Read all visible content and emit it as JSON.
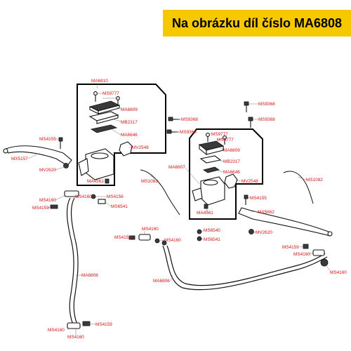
{
  "banner": {
    "text": "Na obrázku díl číslo MA6808",
    "background": "#f5c800"
  },
  "colors": {
    "label": "#d21414",
    "line": "#111111"
  },
  "labels": [
    "MA6810",
    "MS9777",
    "MA6809",
    "MB2317",
    "MA6646",
    "MV2548",
    "MA4561",
    "MS9368",
    "MS9368",
    "MS9368",
    "MS9368",
    "MS4155",
    "MX5157",
    "MV2620",
    "MS9777",
    "MS9777",
    "MA6809",
    "MA6807",
    "MB2317",
    "MA6646",
    "MV2548",
    "MS1082",
    "MS1082",
    "MS4155",
    "MX5662",
    "MA4561",
    "MV2620",
    "MS4160",
    "MS4159",
    "MS4160",
    "MS4156",
    "MS6541",
    "MS4160",
    "MS4159",
    "MS4160",
    "MS6540",
    "MS6541",
    "MS4159",
    "MS4160",
    "MS4160",
    "MA6808",
    "MA6806",
    "MS4160",
    "MS4159",
    "MS4160"
  ]
}
